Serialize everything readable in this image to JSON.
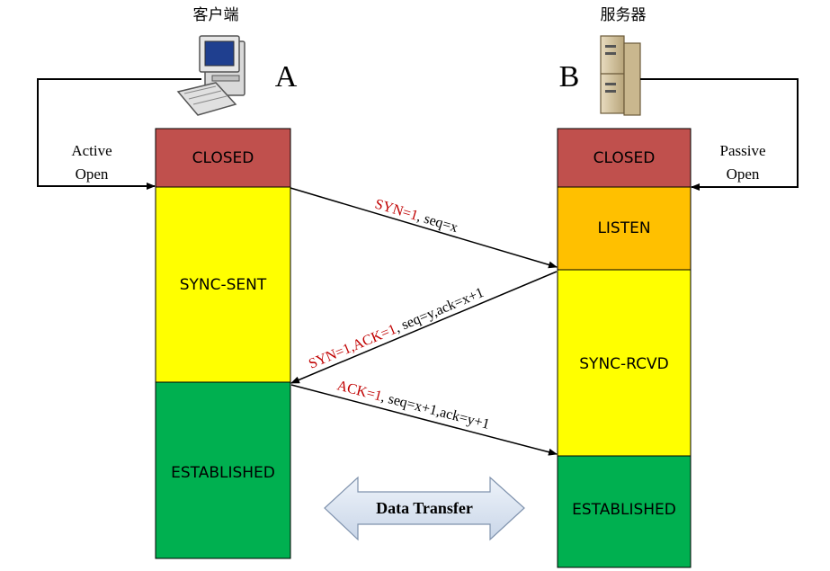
{
  "client": {
    "title": "客户端",
    "letter": "A",
    "icon": "desktop-computer-icon"
  },
  "server": {
    "title": "服务器",
    "letter": "B",
    "icon": "server-tower-icon"
  },
  "client_states": [
    "CLOSED",
    "SYNC-SENT",
    "ESTABLISHED"
  ],
  "server_states": [
    "CLOSED",
    "LISTEN",
    "SYNC-RCVD",
    "ESTABLISHED"
  ],
  "active_open": [
    "Active",
    "Open"
  ],
  "passive_open": [
    "Passive",
    "Open"
  ],
  "messages": [
    {
      "flags": "SYN=1",
      "rest": ", seq=x"
    },
    {
      "flags": "SYN=1,ACK=1",
      "rest": ", seq=y,ack=x+1"
    },
    {
      "flags": "ACK=1",
      "rest": ", seq=x+1,ack=y+1"
    }
  ],
  "data_transfer": "Data Transfer",
  "colors": {
    "closed": "#c0504d",
    "listen": "#ffc000",
    "sync": "#ffff00",
    "established": "#00b050",
    "flag_text": "#c00000",
    "data_transfer_fill": "#dce6f2"
  }
}
